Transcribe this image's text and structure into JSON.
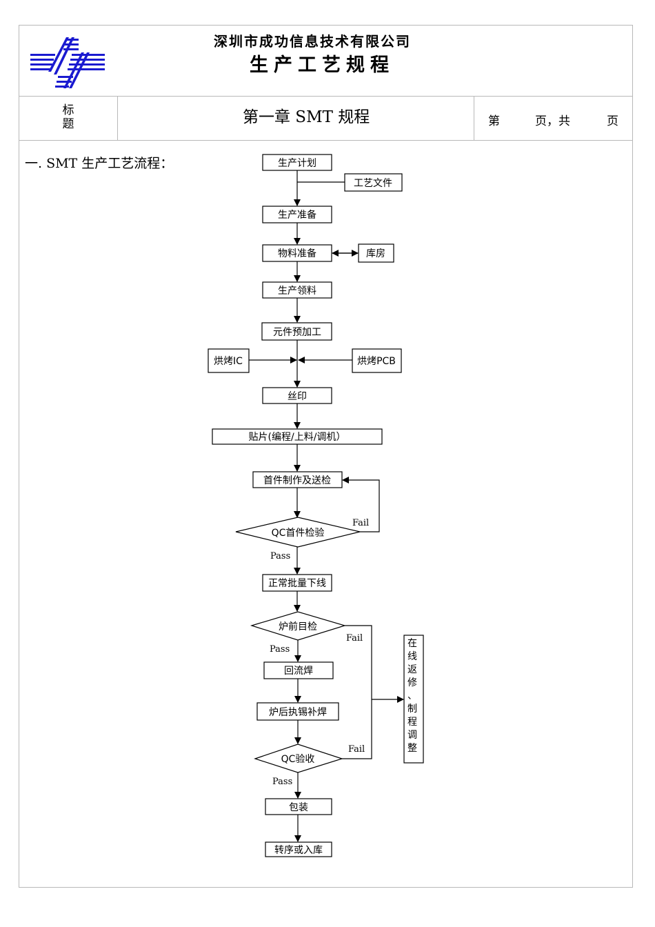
{
  "header": {
    "company": "深圳市成功信息技术有限公司",
    "doc_title": "生产工艺规程",
    "title_label": "标题",
    "chapter": "第一章  SMT 规程",
    "page_prefix": "第",
    "page_mid": "页，共",
    "page_suffix": "页",
    "logo_color": "#1a1ad0"
  },
  "section": {
    "heading": "一. SMT 生产工艺流程："
  },
  "flow": {
    "plan": "生产计划",
    "docs": "工艺文件",
    "prep": "生产准备",
    "material": "物料准备",
    "warehouse": "库房",
    "pick": "生产领料",
    "preprocess": "元件预加工",
    "bake_ic": "烘烤IC",
    "bake_pcb": "烘烤PCB",
    "print": "丝印",
    "mount": "贴片(编程/上料/调机）",
    "first_article": "首件制作及送检",
    "qc_first": "QC首件检验",
    "mass": "正常批量下线",
    "pre_reflow": "炉前目检",
    "reflow": "回流焊",
    "post_reflow": "炉后执锡补焊",
    "qc_accept": "QC验收",
    "pack": "包装",
    "transfer": "转序或入库",
    "rework": [
      "在",
      "线",
      "返",
      "修",
      "、",
      "制",
      "程",
      "调",
      "整"
    ],
    "pass": "Pass",
    "fail": "Fail"
  }
}
